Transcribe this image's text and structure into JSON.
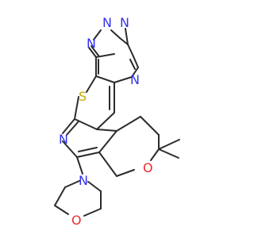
{
  "colors": {
    "background": "#ffffff",
    "bond": "#2b2b2b",
    "nitrogen": "#3333ee",
    "oxygen": "#ee2a2a",
    "sulfur": "#c8a800"
  },
  "atom_labels": {
    "n_triazole_right": "N",
    "n_triazole_top": "N",
    "n_triazole_left": "N",
    "n_pyrimidine": "N",
    "s_thiophene": "S",
    "n_pyridine": "N",
    "o_pyran": "O",
    "n_morpholine": "N",
    "o_morpholine": "O"
  }
}
